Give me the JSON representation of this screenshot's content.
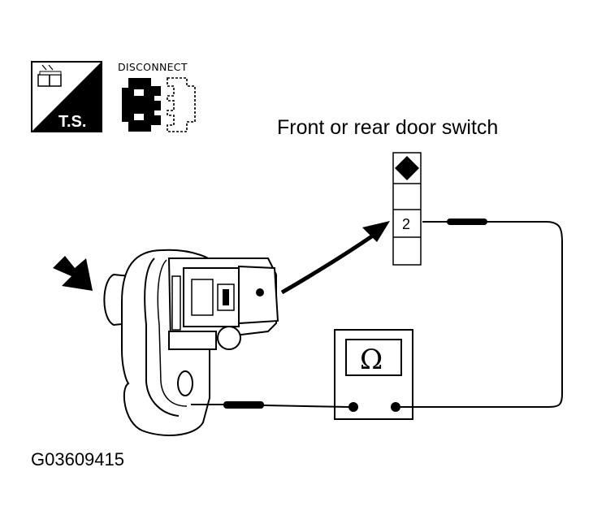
{
  "title": "Front or rear door switch",
  "diagram_id": "G03609415",
  "disconnect_label": "DISCONNECT",
  "ts_label": "T.S.",
  "terminal_label": "2",
  "ohmmeter_symbol": "Ω",
  "icons": {
    "ts": "troubleshooting-icon",
    "disconnect": "disconnect-connector-icon",
    "view_arrow": "view-direction-arrow-icon",
    "curved_arrow": "curved-arrow-icon"
  },
  "colors": {
    "ink": "#000000",
    "paper": "#ffffff"
  }
}
